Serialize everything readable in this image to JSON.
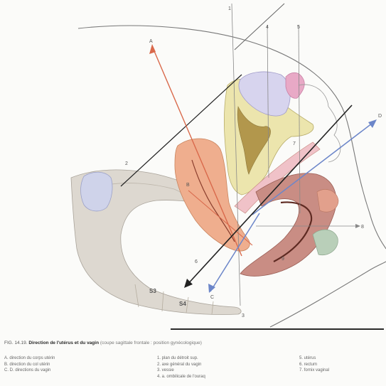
{
  "figure": {
    "markers": {
      "axis_A": "A",
      "axis_B": "B",
      "axis_C": "C",
      "axis_D": "D",
      "vertebra_s3": "S3",
      "vertebra_s4": "S4",
      "plane_1": "1",
      "plane_2": "2",
      "label_3": "3",
      "label_4": "4",
      "label_5": "5",
      "label_6": "6",
      "label_7": "7",
      "label_8": "8",
      "label_9": "9"
    }
  },
  "caption": {
    "fig_no": "FIG. 14.19.",
    "title": "Direction de l'utérus et du vagin",
    "subtitle": "(coupe sagittale frontale : position gynécologique)"
  },
  "legend": {
    "col1": [
      "A. direction du corps utérin",
      "B. direction du col utérin",
      "C. D. directions du vagin"
    ],
    "col2": [
      "1. plan du détroit sup.",
      "2. axe général du vagin",
      "3. vessie",
      "4. a. ombilicale de l'ouraq"
    ],
    "col3": [
      "5. utérus",
      "6. rectum",
      "7. fornix vaginal"
    ]
  },
  "colors": {
    "uterus": "#efae8e",
    "bladder": "#e9e2a6",
    "rectum": "#c98d84",
    "bone": "#ddd8d0",
    "axis_red": "#d9694b",
    "axis_blue": "#6c86c9",
    "axis_black": "#222222"
  }
}
